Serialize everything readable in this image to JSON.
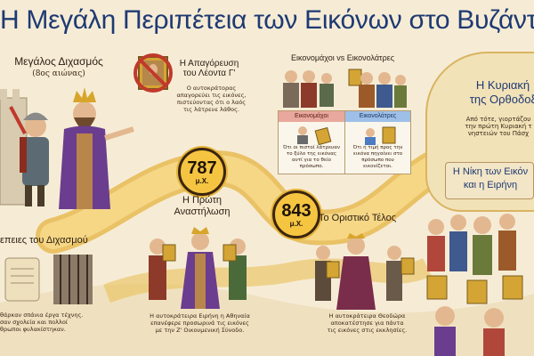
{
  "title": "Η Μεγάλη Περιπέτεια των Εικόνων στο Βυζάντιο",
  "section_schism": {
    "title": "Μεγάλος Διχασμός",
    "subtitle": "(8ος αιώνας)"
  },
  "section_ban": {
    "title_line1": "Η Απαγόρευση",
    "title_line2": "του Λέοντα Γ'",
    "text_line1": "Ο αυτοκράτορας",
    "text_line2": "απαγορεύει τις εικόνες,",
    "text_line3": "πιστεύοντας ότι ο λαός",
    "text_line4": "τις λάτρευε λάθος."
  },
  "section_compare": {
    "title": "Εικονομάχοι vs Εικονολάτρες",
    "left_label": "Εικονομάχοι",
    "right_label": "Εικονολάτρες",
    "left_text_line1": "Ότι οι πιστοί λάτρευαν",
    "left_text_line2": "το ξύλο της εικόνας",
    "left_text_line3": "αντί για το θείο",
    "left_text_line4": "πρόσωπο.",
    "right_text_line1": "Ότι η τιμή προς την",
    "right_text_line2": "εικόνα πηγαίνει στο",
    "right_text_line3": "πρόσωπο που",
    "right_text_line4": "εικονίζεται."
  },
  "section_sunday": {
    "title_line1": "Η Κυριακή",
    "title_line2": "της Ορθοδοξ",
    "text_line1": "Από τότε, γιορτάζου",
    "text_line2": "την πρώτη Κυριακή τ",
    "text_line3": "νηστειών του Πάσχ"
  },
  "section_victory": {
    "line1": "Η Νίκη των Εικόν",
    "line2": "και η Ειρήνη"
  },
  "timeline": {
    "badge1_year": "787",
    "badge1_era": "μ.Χ.",
    "badge2_year": "843",
    "badge2_era": "μ.Χ.",
    "first_restore_line1": "Η Πρώτη",
    "first_restore_line2": "Αναστήλωση",
    "final_end": "Το Οριστικό Τέλος"
  },
  "section_consequences": {
    "title": "επειες του Διχασμού",
    "text_line1": "θάρκαν σπάνια έργα τέχνης.",
    "text_line2": "σαν σχολεία και πολλοί",
    "text_line3": "θρωποι φυλακίστηκαν."
  },
  "section_irene": {
    "text_line1": "Η αυτοκράτειρα Ειρήνη η Αθηναία",
    "text_line2": "επανέφερε προσωρινά τις εικόνες",
    "text_line3": "με την Ζ' Οικουμενική Σύνοδο."
  },
  "section_theodora": {
    "text_line1": "Η αυτοκράτειρα Θεοδώρα",
    "text_line2": "αποκατέστησε για πάντα",
    "text_line3": "τις εικόνες στις εκκλησίες."
  },
  "colors": {
    "title_blue": "#1e3a73",
    "parchment": "#f6ecd6",
    "gold": "#f5c542",
    "path": "#eac25a",
    "iconoclast_red": "#c9574d",
    "iconodule_blue": "#4b7bc0",
    "purple": "#6b3d8f"
  }
}
